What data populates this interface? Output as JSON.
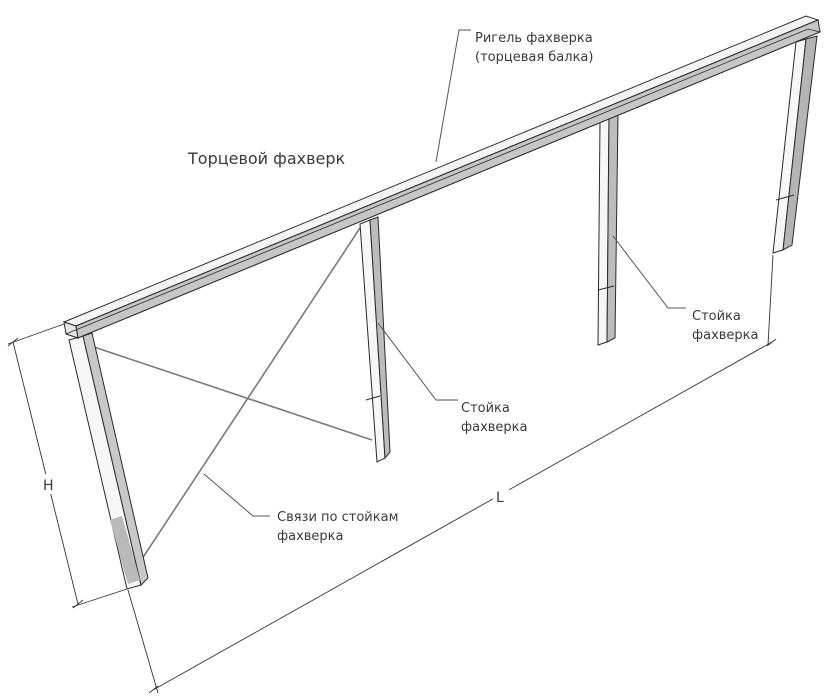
{
  "title": "Торцевой фахверк",
  "labels": {
    "rigel_line1": "Ригель фахверка",
    "rigel_line2": "(торцевая балка)",
    "post_a_line1": "Стойка",
    "post_a_line2": "фахверка",
    "post_b_line1": "Стойка",
    "post_b_line2": "фахверка",
    "bracing_line1": "Связи по стойкам",
    "bracing_line2": "фахверка"
  },
  "dimensions": {
    "height": "H",
    "length": "L"
  },
  "colors": {
    "steel_light": "#f4f4f4",
    "steel_mid": "#d2d2d2",
    "steel_dark": "#9a9a9a",
    "outline": "#2a2a2a"
  }
}
